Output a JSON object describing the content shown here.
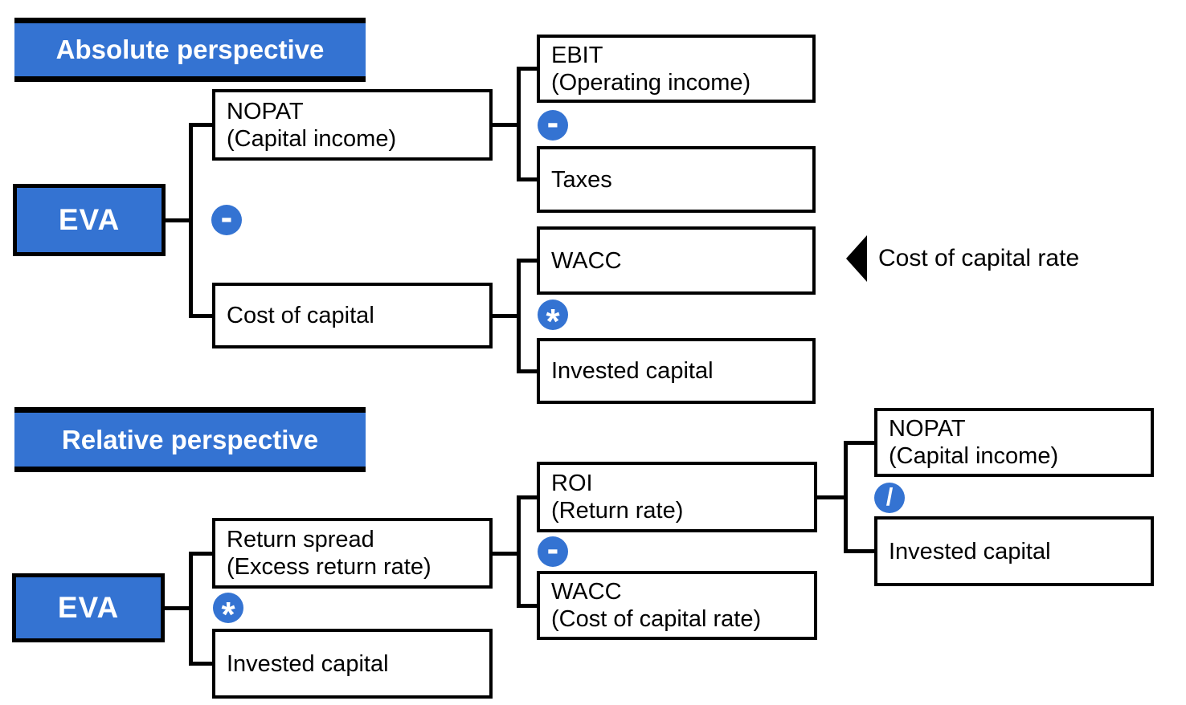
{
  "colors": {
    "accent_blue": "#3473D2",
    "line_black": "#000000",
    "box_fill": "#FFFFFF",
    "header_text": "#FFFFFF",
    "box_text": "#000000"
  },
  "absolute_section": {
    "header": "Absolute perspective",
    "eva_label": "EVA",
    "operators": {
      "root": "-",
      "nopat_children": "-",
      "cost_children": "*"
    },
    "boxes": {
      "nopat": {
        "line1": "NOPAT",
        "line2": "(Capital income)"
      },
      "cost_of_capital": {
        "line1": "Cost of capital"
      },
      "ebit": {
        "line1": "EBIT",
        "line2": "(Operating income)"
      },
      "taxes": {
        "line1": "Taxes"
      },
      "wacc": {
        "line1": "WACC"
      },
      "invested_capital": {
        "line1": "Invested capital"
      }
    },
    "annotation": {
      "icon": "left-triangle-arrow",
      "text": "Cost of capital rate"
    }
  },
  "relative_section": {
    "header": "Relative perspective",
    "eva_label": "EVA",
    "operators": {
      "root": "*",
      "spread_children": "-",
      "roi_children": "/"
    },
    "boxes": {
      "return_spread": {
        "line1": "Return spread",
        "line2": "(Excess return rate)"
      },
      "invested_capital": {
        "line1": "Invested capital"
      },
      "roi": {
        "line1": "ROI",
        "line2": "(Return rate)"
      },
      "wacc": {
        "line1": "WACC",
        "line2": "(Cost of capital rate)"
      },
      "nopat": {
        "line1": "NOPAT",
        "line2": "(Capital income)"
      },
      "invested_capital_2": {
        "line1": "Invested capital"
      }
    }
  }
}
